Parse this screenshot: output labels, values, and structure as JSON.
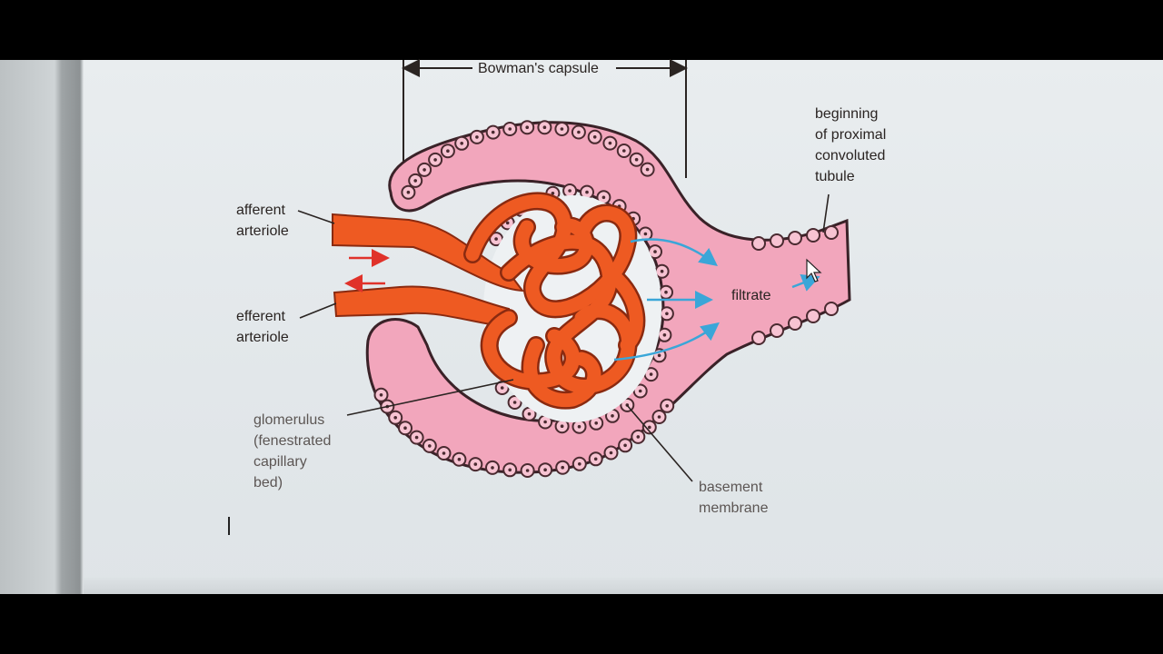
{
  "diagram": {
    "labels": {
      "bowmans_capsule": "Bowman's capsule",
      "afferent_arteriole": "afferent\narteriole",
      "efferent_arteriole": "efferent\narteriole",
      "glomerulus": "glomerulus\n(fenestrated\ncapillary\nbed)",
      "filtrate": "filtrate",
      "proximal_tubule": "beginning\nof proximal\nconvoluted\ntubule",
      "basement_membrane": "basement\nmembrane"
    },
    "colors": {
      "capsule_pink": "#f2a6bc",
      "capillary_orange": "#ee5a22",
      "capillary_outline": "#8a2a10",
      "flow_arrow_blue": "#3aa6d8",
      "blood_arrow_red": "#e0322a",
      "cell_outline": "#4a2a30"
    },
    "icons": {
      "cursor": "move-cursor-icon"
    }
  }
}
